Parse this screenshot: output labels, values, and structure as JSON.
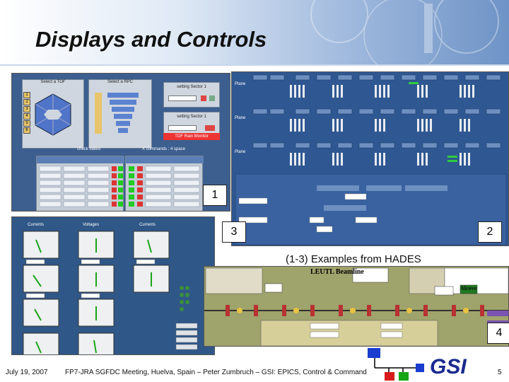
{
  "slide": {
    "title": "Displays and Controls",
    "caption": "(1-3) Examples from HADES",
    "labels": [
      "1",
      "2",
      "3",
      "4"
    ]
  },
  "footer": {
    "date": "July 19, 2007",
    "text": "FP7-JRA SGFDC Meeting, Huelva, Spain – Peter Zumbruch – GSI: EPICS, Control & Command",
    "page": "5"
  },
  "screens": {
    "hades1": {
      "sectors": [
        "1",
        "2",
        "3",
        "4",
        "5",
        "6"
      ],
      "setting_1": "setting Sector 1",
      "setting_2": "setting Sector 1",
      "select_1": "Select a TOF",
      "select_2": "Select a RPC",
      "status": "check status",
      "mode": "X commands : 4 space",
      "button": "TOF Rain Monitor"
    },
    "hades2": {
      "plane_labels": [
        "Plane",
        "Plane",
        "Plane"
      ]
    },
    "hades3": {
      "headers": [
        "Currents",
        "Voltages",
        "Currents"
      ]
    },
    "unilac": {
      "title": "LEUTL Beamline",
      "alcove": "Alcove"
    }
  },
  "colors": {
    "panel_blue": "#2f5892",
    "hades_gray": "#cfd6df",
    "beamline_olive": "#9fa36c"
  }
}
